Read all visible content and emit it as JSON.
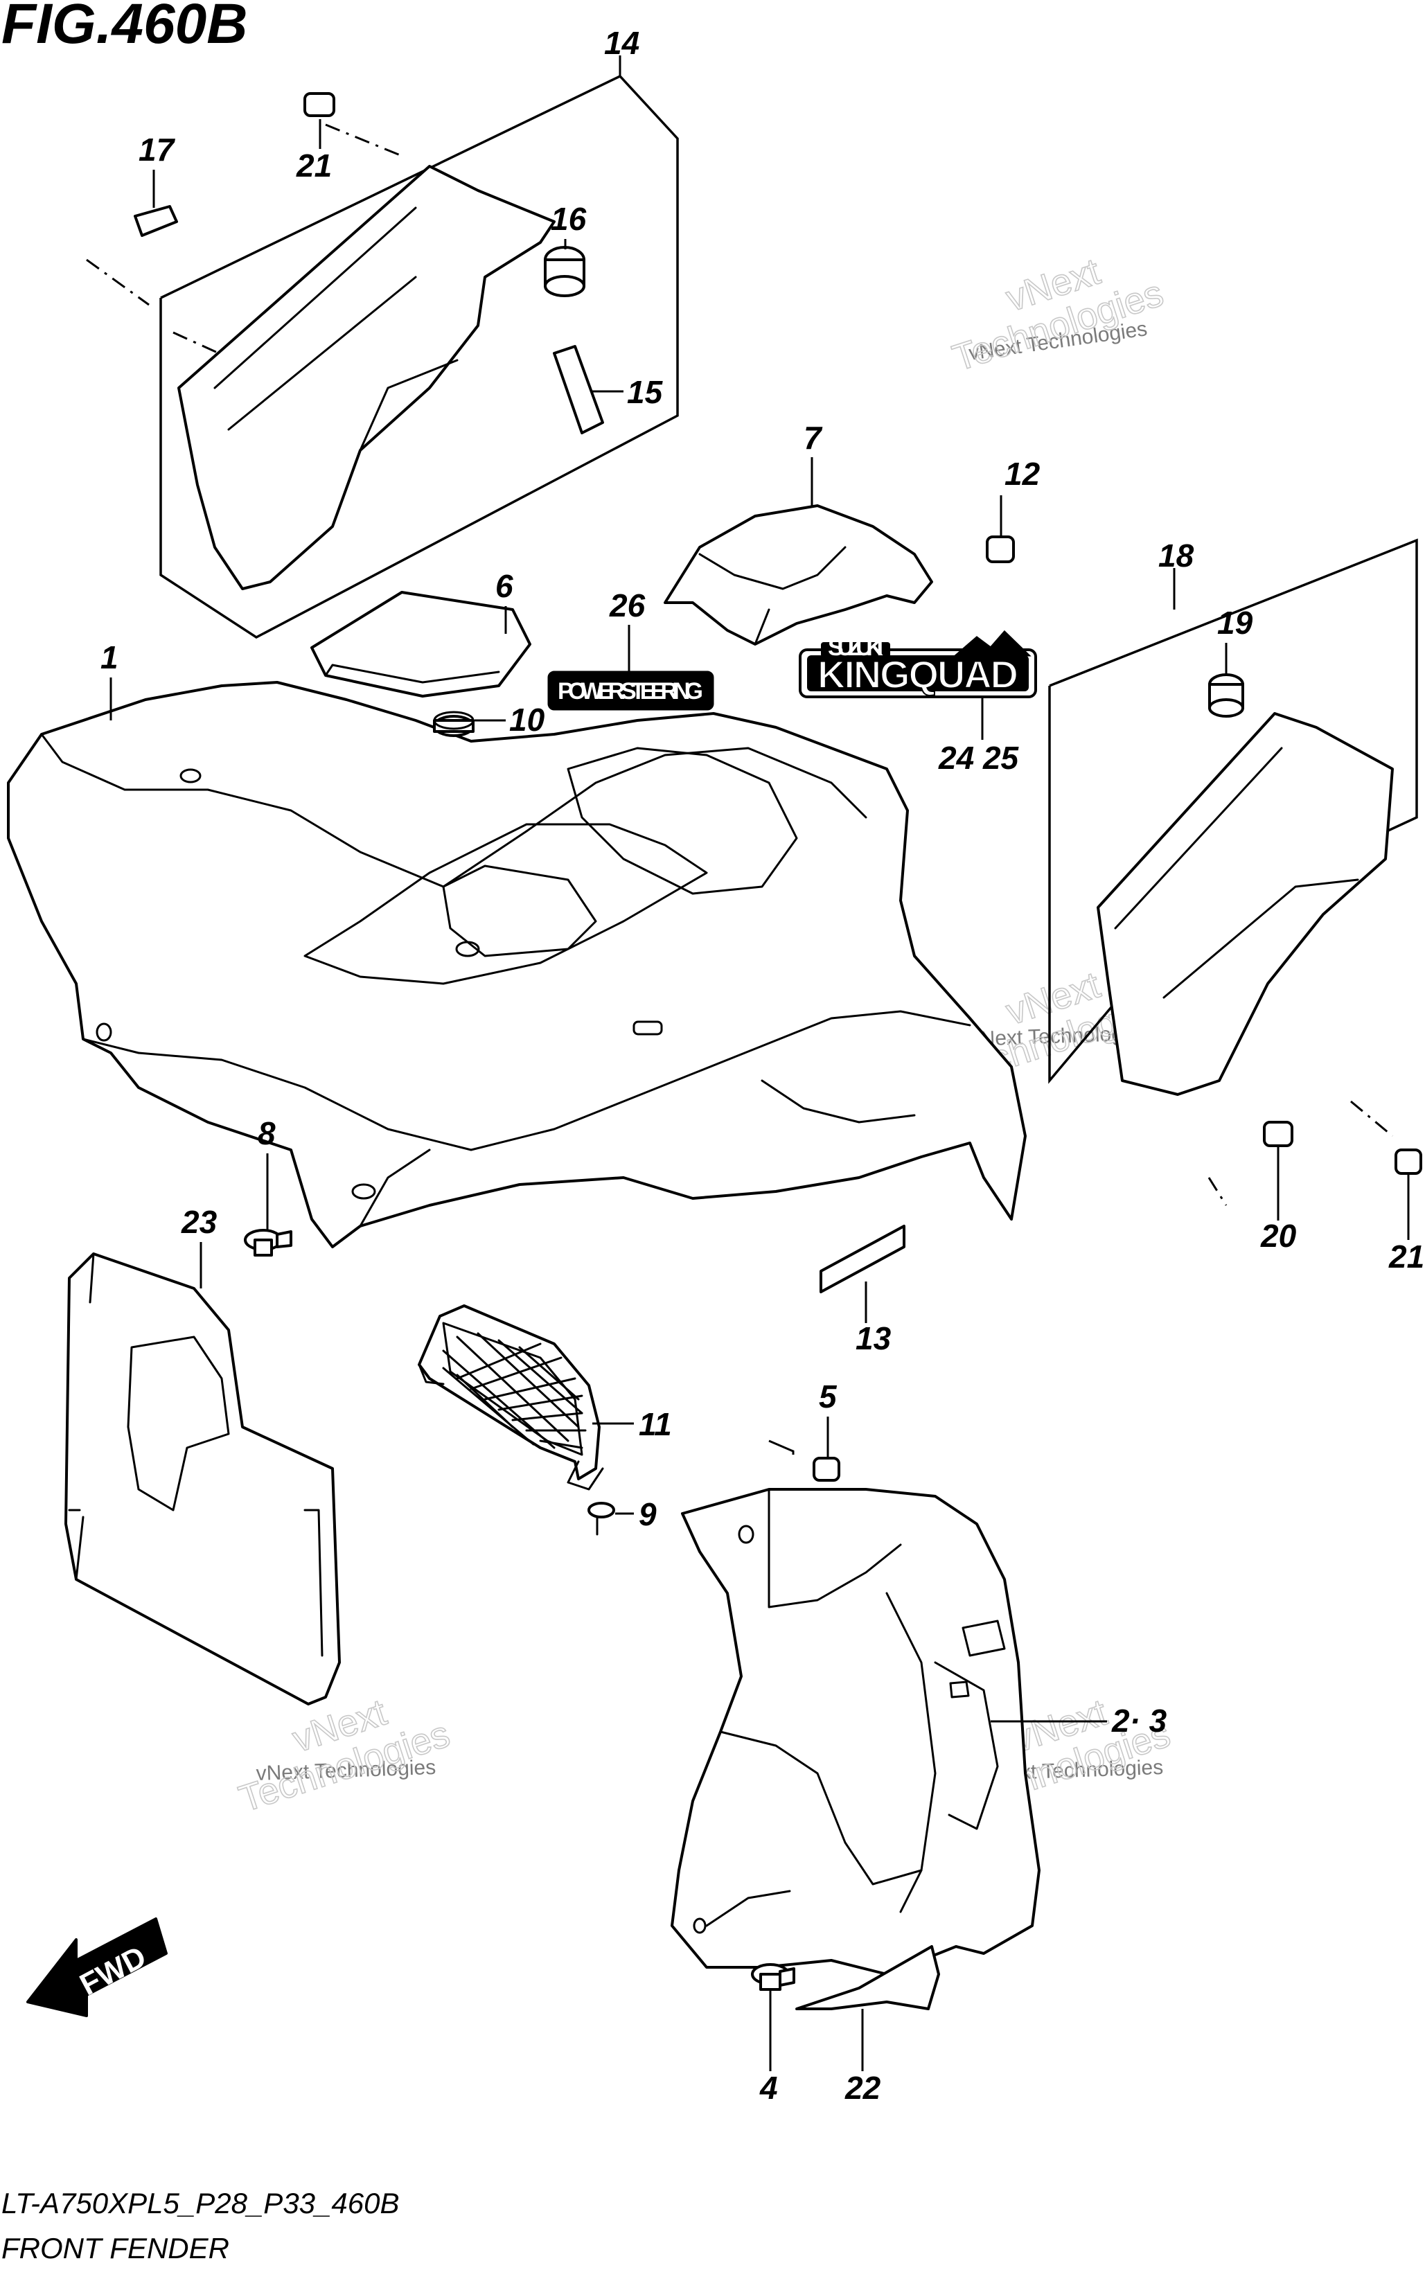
{
  "figure": {
    "title": "FIG.460B",
    "model_code": "LT-A750XPL5_P28_P33_460B",
    "section_name": "FRONT FENDER"
  },
  "callouts": {
    "c1": "1",
    "c2_3": "2· 3",
    "c4": "4",
    "c5": "5",
    "c6": "6",
    "c7": "7",
    "c8": "8",
    "c9": "9",
    "c10": "10",
    "c11": "11",
    "c12": "12",
    "c13": "13",
    "c14": "14",
    "c15": "15",
    "c16": "16",
    "c17": "17",
    "c18": "18",
    "c19": "19",
    "c20": "20",
    "c21a": "21",
    "c21b": "21",
    "c22": "22",
    "c23": "23",
    "c24_25": "24 25",
    "c26": "26"
  },
  "decals": {
    "power_steering": "POWER STEERING",
    "kingquad": "KINGQUAD",
    "suzuki": "SUZUKI"
  },
  "direction_marker": "FWD",
  "watermark": {
    "line1": "vNext Technologies",
    "line2": "vNext",
    "line3": "Technologies"
  }
}
